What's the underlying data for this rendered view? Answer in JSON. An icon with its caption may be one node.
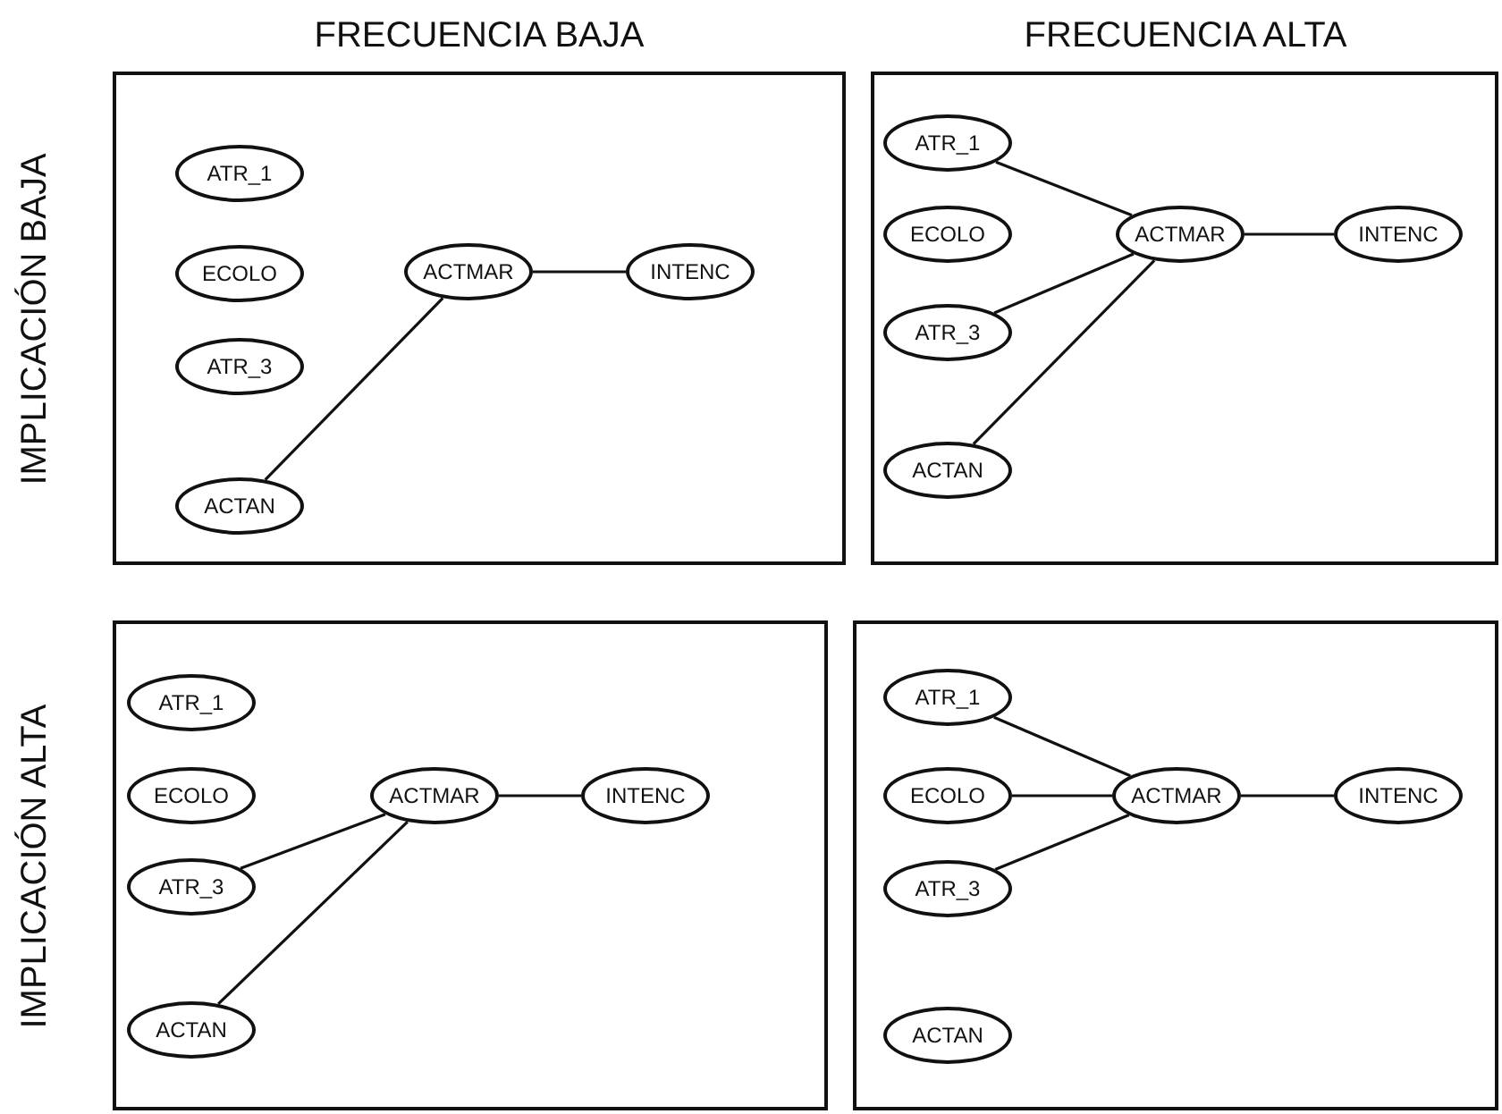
{
  "diagram": {
    "nodes": [
      {
        "text": [],
        "shape": "box"
      },
      {
        "text": [
          "ATR_1"
        ],
        "in": 0
      },
      {
        "text": [
          "ECOLO"
        ],
        "in": 0
      },
      {
        "text": [
          "ATR_3"
        ],
        "in": 0
      },
      {
        "text": [
          "ACTAN"
        ],
        "in": 0
      },
      {
        "text": [
          "ACTMAR"
        ],
        "in": 0
      },
      {
        "text": [
          "INTENC"
        ],
        "in": 0
      },
      {
        "text": [],
        "shape": "box"
      },
      {
        "text": [
          "ATR_1"
        ],
        "in": 7
      },
      {
        "text": [
          "ECOLO"
        ],
        "in": 7
      },
      {
        "text": [
          "ATR_3"
        ],
        "in": 7
      },
      {
        "text": [
          "ACTAN"
        ],
        "in": 7
      },
      {
        "text": [
          "ACTMAR"
        ],
        "in": 7
      },
      {
        "text": [
          "INTENC"
        ],
        "in": 7
      },
      {
        "text": [],
        "shape": "box"
      },
      {
        "text": [
          "ATR_1"
        ],
        "in": 14
      },
      {
        "text": [
          "ECOLO"
        ],
        "in": 14
      },
      {
        "text": [
          "ATR_3"
        ],
        "in": 14
      },
      {
        "text": [
          "ACTAN"
        ],
        "in": 14
      },
      {
        "text": [
          "ACTMAR"
        ],
        "in": 14
      },
      {
        "text": [
          "INTENC"
        ],
        "in": 14
      },
      {
        "text": [],
        "shape": "box"
      },
      {
        "text": [
          "ATR_1"
        ],
        "in": 21
      },
      {
        "text": [
          "ECOLO"
        ],
        "in": 21
      },
      {
        "text": [
          "ATR_3"
        ],
        "in": 21
      },
      {
        "text": [
          "ACTAN"
        ],
        "in": 21
      },
      {
        "text": [
          "ACTMAR"
        ],
        "in": 21
      },
      {
        "text": [
          "INTENC"
        ],
        "in": 21
      }
    ],
    "edges": [
      {
        "from": 4,
        "to": 5,
        "arrow": "none"
      },
      {
        "from": 5,
        "to": 6,
        "arrow": "none"
      },
      {
        "from": 8,
        "to": 12,
        "arrow": "none"
      },
      {
        "from": 10,
        "to": 12,
        "arrow": "none"
      },
      {
        "from": 11,
        "to": 12,
        "arrow": "none"
      },
      {
        "from": 12,
        "to": 13,
        "arrow": "none"
      },
      {
        "from": 17,
        "to": 19,
        "arrow": "none"
      },
      {
        "from": 18,
        "to": 19,
        "arrow": "none"
      },
      {
        "from": 19,
        "to": 20,
        "arrow": "none"
      },
      {
        "from": 22,
        "to": 26,
        "arrow": "none"
      },
      {
        "from": 23,
        "to": 26,
        "arrow": "none"
      },
      {
        "from": 24,
        "to": 26,
        "arrow": "none"
      },
      {
        "from": 26,
        "to": 27,
        "arrow": "none"
      }
    ],
    "labels": [
      "FRECUENCIA BAJA",
      "FRECUENCIA ALTA",
      "IMPLICACIÓN BAJA",
      "IMPLICACIÓN ALTA"
    ]
  }
}
